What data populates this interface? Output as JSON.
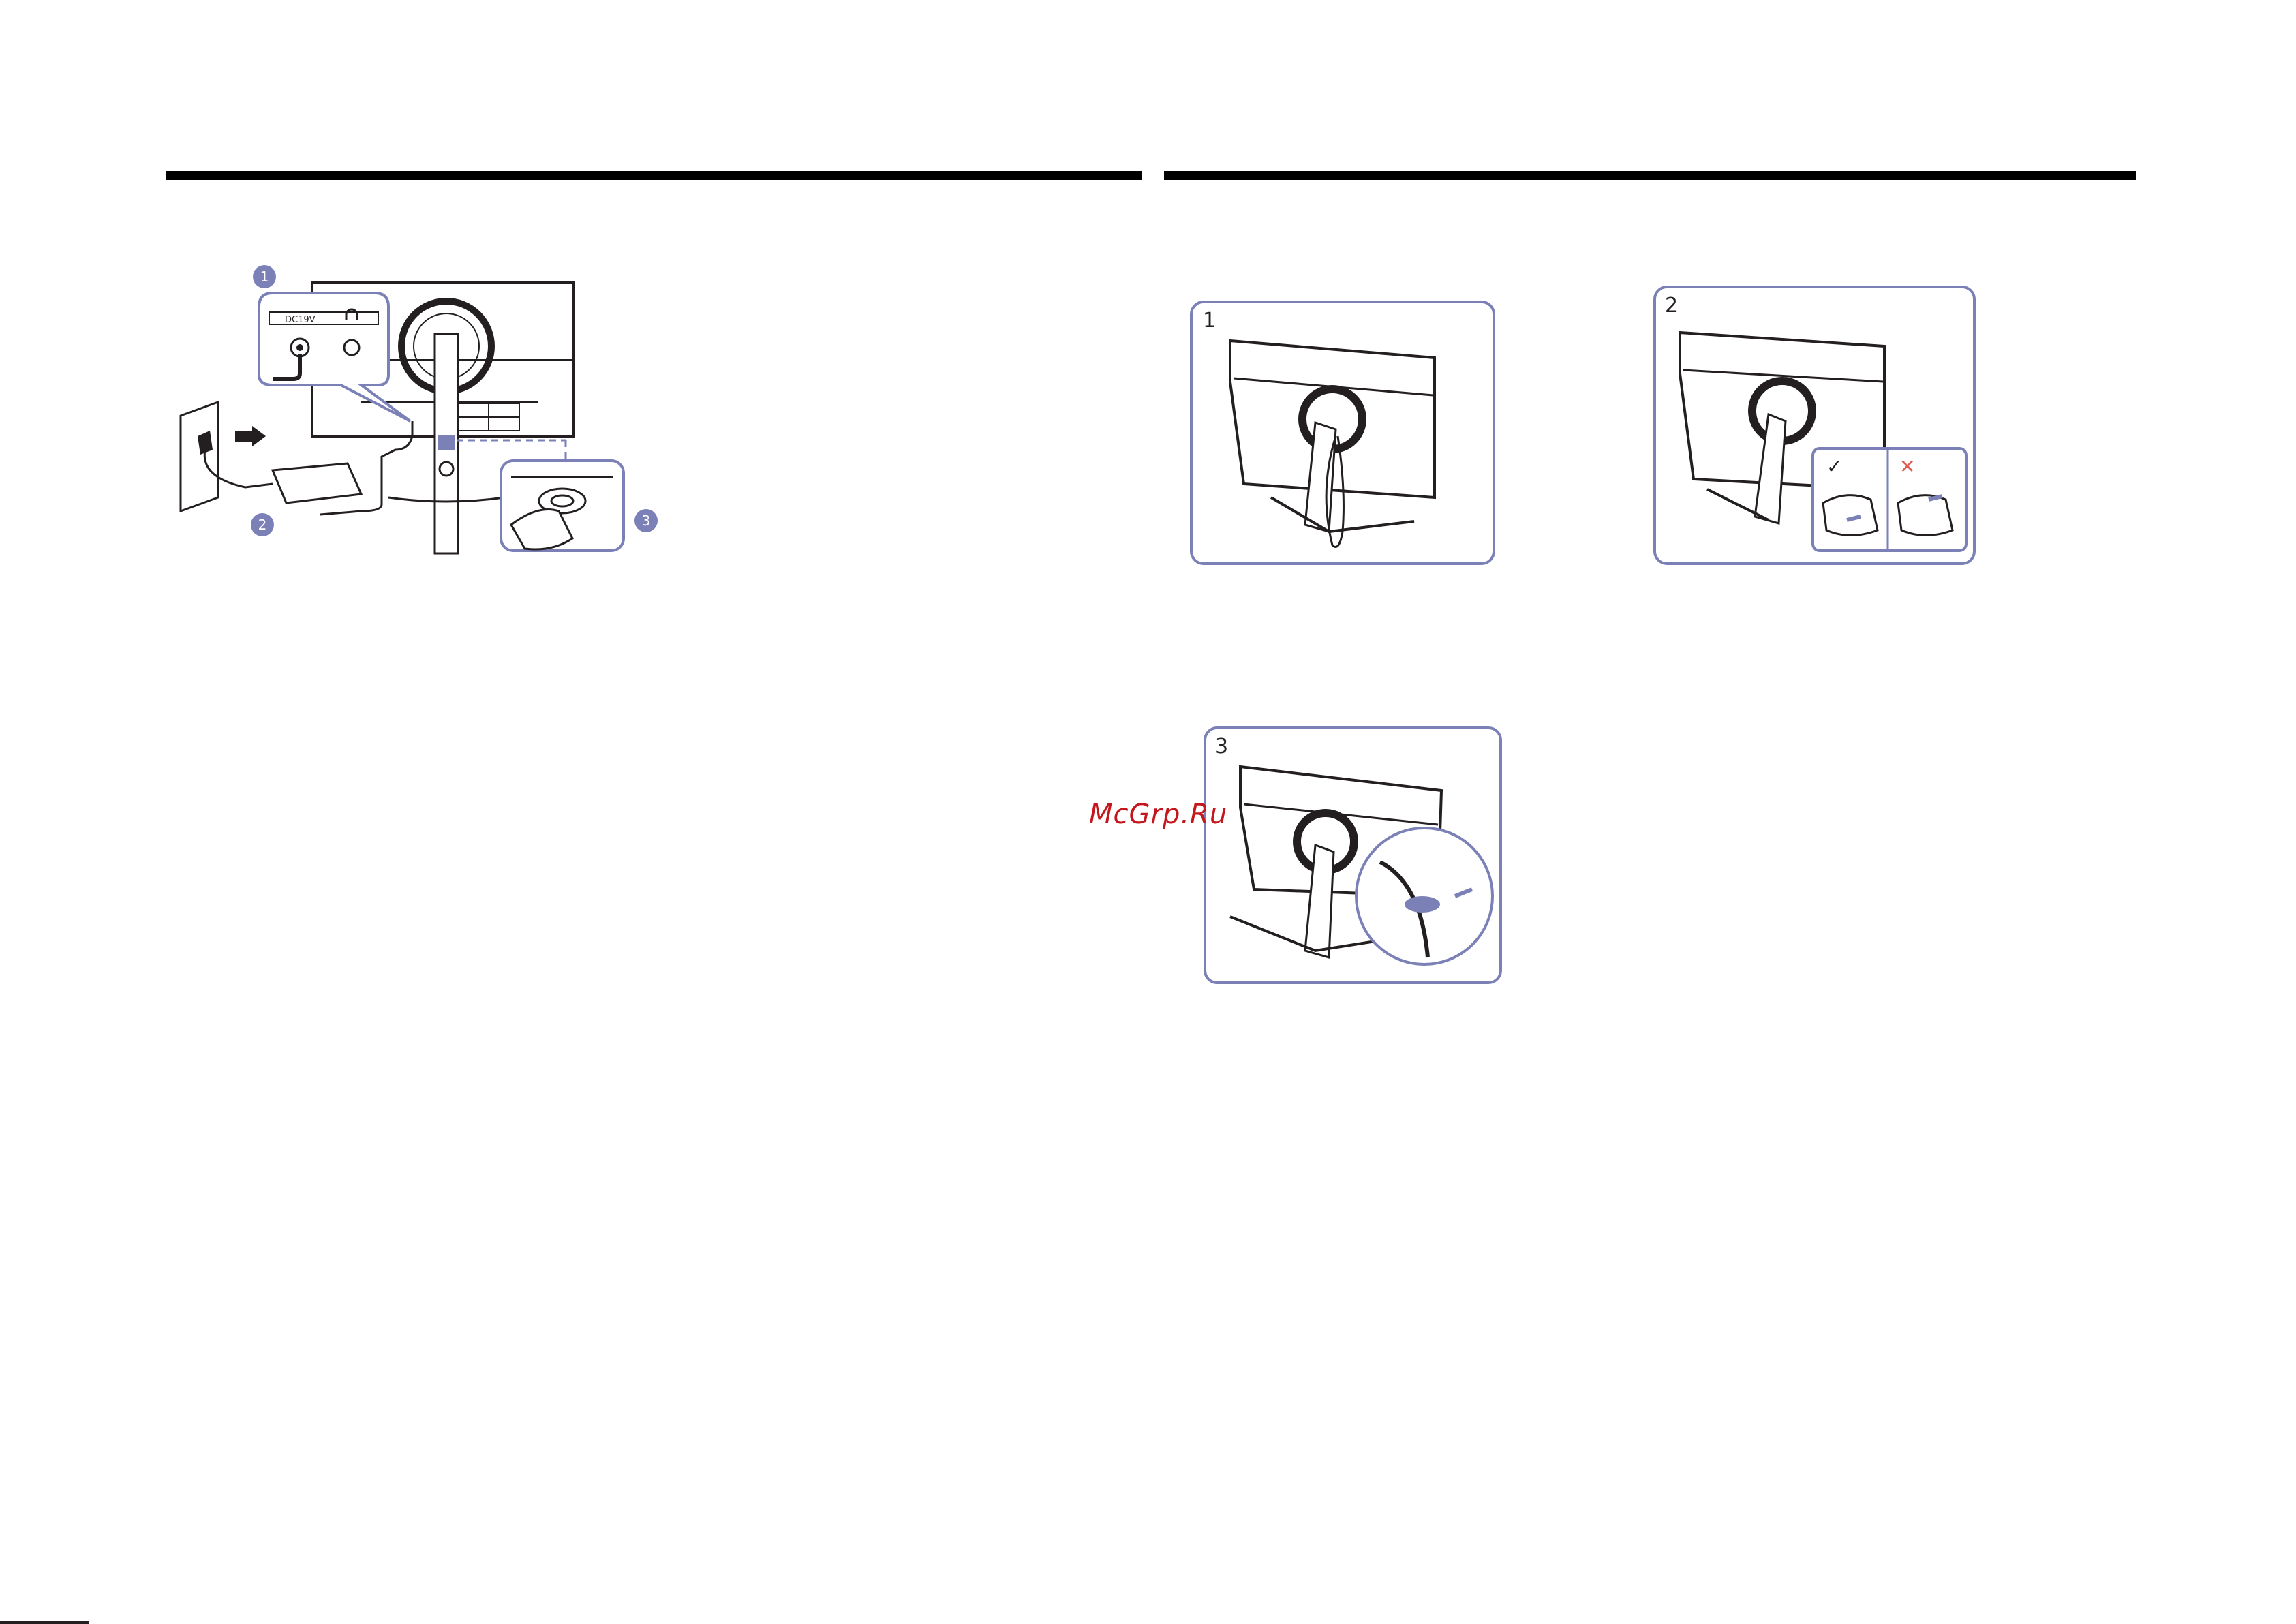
{
  "connection_figure": {
    "callouts": [
      "1",
      "2",
      "3"
    ],
    "port_labels": {
      "dc_in": "DC19V",
      "headphone": "headphone-icon"
    }
  },
  "cable_figures": [
    {
      "step": "1"
    },
    {
      "step": "2",
      "correct_mark": "✓",
      "wrong_mark": "✕"
    },
    {
      "step": "3"
    }
  ],
  "watermark": "McGrp.Ru",
  "colors": {
    "accent": "#7b81b7",
    "callout_fill": "#7b81b7",
    "wrong_mark": "#e05a4f",
    "rule": "#000000"
  }
}
